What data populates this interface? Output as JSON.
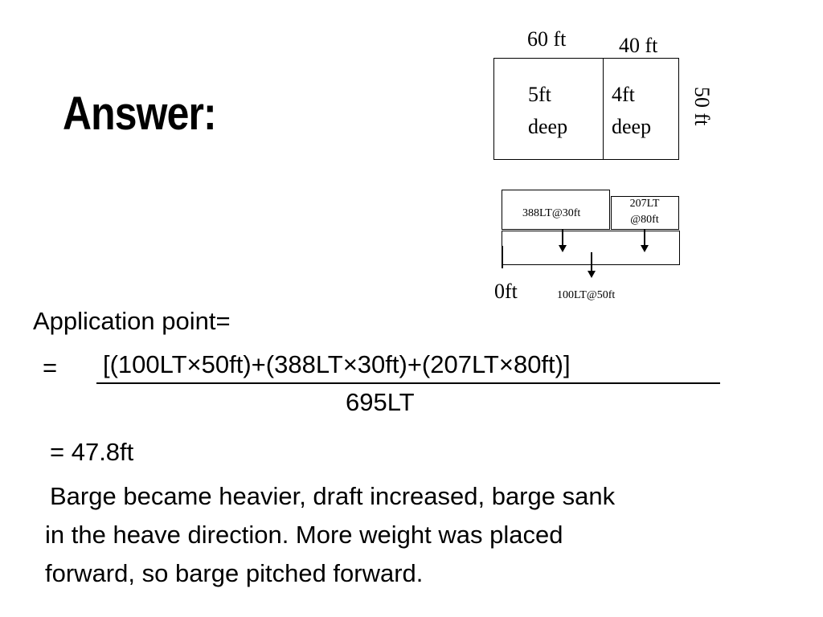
{
  "slide": {
    "title": "Answer:"
  },
  "plan_diagram": {
    "dim_top_left": "60 ft",
    "dim_top_right": "40 ft",
    "dim_side": "50 ft",
    "left_compartment": "5ft\ndeep",
    "right_compartment": "4ft\ndeep"
  },
  "side_diagram": {
    "cargo_left_label": "388LT@30ft",
    "cargo_right_line1": "207LT",
    "cargo_right_line2": "@80ft",
    "origin_label": "0ft",
    "added_weight_label": "100LT@50ft"
  },
  "calculation": {
    "heading": "Application point=",
    "equals": "=",
    "numerator": "[(100LT×50ft)+(388LT×30ft)+(207LT×80ft)]",
    "denominator": "695LT",
    "result": "= 47.8ft"
  },
  "conclusion": {
    "line1": "Barge became heavier, draft increased, barge sank",
    "line2": "in the heave direction.  More weight was placed",
    "line3": "forward, so barge pitched forward."
  }
}
